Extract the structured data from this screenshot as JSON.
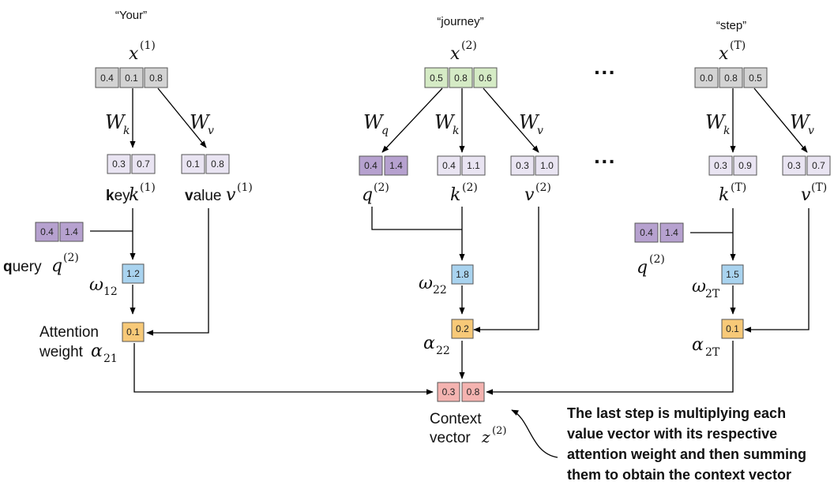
{
  "colors": {
    "gray": "#d3d3d3",
    "green": "#d5ebc5",
    "lavender": "#e9e4f2",
    "purple": "#b6a1cf",
    "blue": "#a9d3ef",
    "orange": "#f7c978",
    "pink": "#f4b3b0"
  },
  "tokens": {
    "your": "“Your”",
    "journey": "“journey”",
    "step": "“step”"
  },
  "inputs": {
    "x1": [
      "0.4",
      "0.1",
      "0.8"
    ],
    "x2": [
      "0.5",
      "0.8",
      "0.6"
    ],
    "xT": [
      "0.0",
      "0.8",
      "0.5"
    ]
  },
  "symbols": {
    "x": "x",
    "sup1": "(1)",
    "sup2": "(2)",
    "supT": "(T)",
    "W": "W",
    "k": "k",
    "v": "v",
    "q": "q",
    "omega": "ω",
    "alpha": "α",
    "z": "z",
    "sub12": "12",
    "sub22": "22",
    "sub2T": "2T",
    "sub21": "21"
  },
  "col1": {
    "key": [
      "0.3",
      "0.7"
    ],
    "value": [
      "0.1",
      "0.8"
    ],
    "query": [
      "0.4",
      "1.4"
    ],
    "omega": "1.2",
    "alpha": "0.1",
    "key_word_bold": "k",
    "key_word_rest": "ey",
    "value_word_bold": "v",
    "value_word_rest": "alue",
    "query_word_bold": "q",
    "query_word_rest": "uery",
    "attention_line1": "Attention",
    "attention_line2": "weight"
  },
  "col2": {
    "query": [
      "0.4",
      "1.4"
    ],
    "key": [
      "0.4",
      "1.1"
    ],
    "value": [
      "0.3",
      "1.0"
    ],
    "omega": "1.8",
    "alpha": "0.2"
  },
  "col3": {
    "key": [
      "0.3",
      "0.9"
    ],
    "value": [
      "0.3",
      "0.7"
    ],
    "query": [
      "0.4",
      "1.4"
    ],
    "omega": "1.5",
    "alpha": "0.1"
  },
  "context": {
    "values": [
      "0.3",
      "0.8"
    ],
    "line1": "Context",
    "line2": "vector"
  },
  "ellipsis": "···",
  "callout": {
    "line1": "The last step is multiplying each",
    "line2": "value vector with its respective",
    "line3": "attention weight and then summing",
    "line4": "them to obtain the context vector"
  }
}
